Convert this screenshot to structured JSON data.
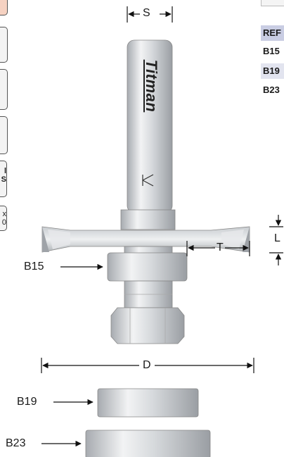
{
  "diagram": {
    "labels": {
      "shank": "S",
      "cutter_height": "L",
      "bearing_label": "B15",
      "depth": "T",
      "diameter": "D",
      "bearing_b19": "B19",
      "bearing_b23": "B23"
    },
    "brand": "Titman",
    "marking": "K"
  },
  "table": {
    "header": "REF",
    "rows": [
      "B15",
      "B19",
      "B23"
    ]
  },
  "side_panel": {
    "items": [
      "",
      "",
      "",
      "",
      "l\nS",
      "x\n0"
    ]
  },
  "colors": {
    "table_header": "#c9cde3",
    "table_row_alt": "#e2e4ef",
    "metal": "#d4d7da",
    "accent_icon": "#e8a07a"
  }
}
